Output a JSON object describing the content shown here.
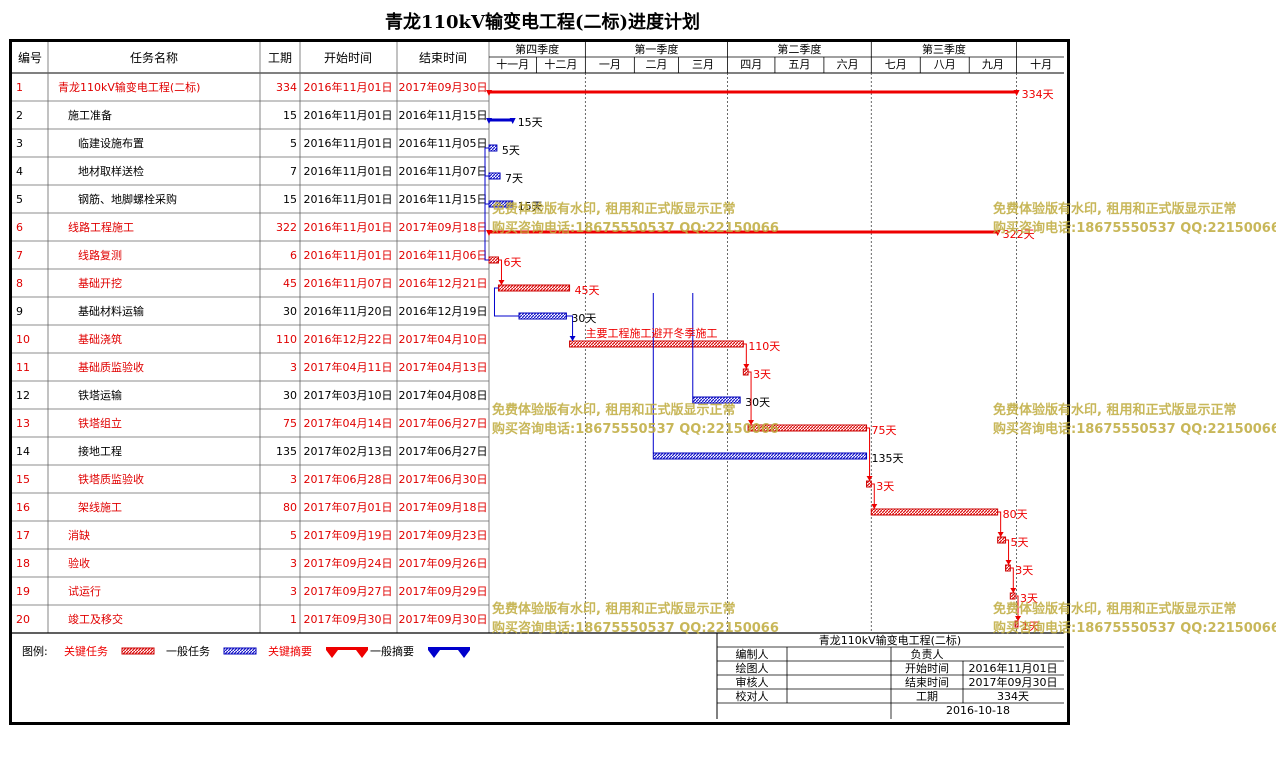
{
  "title": "青龙110kV输变电工程(二标)进度计划",
  "table": {
    "headers": [
      "编号",
      "任务名称",
      "工期",
      "开始时间",
      "结束时间"
    ],
    "rows": [
      {
        "id": "1",
        "name": "青龙110kV输变电工程(二标)",
        "level": 0,
        "duration": "334",
        "start": "2016年11月01日",
        "end": "2017年09月30日",
        "critical": true
      },
      {
        "id": "2",
        "name": "施工准备",
        "level": 1,
        "duration": "15",
        "start": "2016年11月01日",
        "end": "2016年11月15日",
        "critical": false
      },
      {
        "id": "3",
        "name": "临建设施布置",
        "level": 2,
        "duration": "5",
        "start": "2016年11月01日",
        "end": "2016年11月05日",
        "critical": false
      },
      {
        "id": "4",
        "name": "地材取样送检",
        "level": 2,
        "duration": "7",
        "start": "2016年11月01日",
        "end": "2016年11月07日",
        "critical": false
      },
      {
        "id": "5",
        "name": "钢筋、地脚螺栓采购",
        "level": 2,
        "duration": "15",
        "start": "2016年11月01日",
        "end": "2016年11月15日",
        "critical": false
      },
      {
        "id": "6",
        "name": "线路工程施工",
        "level": 1,
        "duration": "322",
        "start": "2016年11月01日",
        "end": "2017年09月18日",
        "critical": true
      },
      {
        "id": "7",
        "name": "线路复测",
        "level": 2,
        "duration": "6",
        "start": "2016年11月01日",
        "end": "2016年11月06日",
        "critical": true
      },
      {
        "id": "8",
        "name": "基础开挖",
        "level": 2,
        "duration": "45",
        "start": "2016年11月07日",
        "end": "2016年12月21日",
        "critical": true
      },
      {
        "id": "9",
        "name": "基础材料运输",
        "level": 2,
        "duration": "30",
        "start": "2016年11月20日",
        "end": "2016年12月19日",
        "critical": false
      },
      {
        "id": "10",
        "name": "基础浇筑",
        "level": 2,
        "duration": "110",
        "start": "2016年12月22日",
        "end": "2017年04月10日",
        "critical": true
      },
      {
        "id": "11",
        "name": "基础质监验收",
        "level": 2,
        "duration": "3",
        "start": "2017年04月11日",
        "end": "2017年04月13日",
        "critical": true
      },
      {
        "id": "12",
        "name": "铁塔运输",
        "level": 2,
        "duration": "30",
        "start": "2017年03月10日",
        "end": "2017年04月08日",
        "critical": false
      },
      {
        "id": "13",
        "name": "铁塔组立",
        "level": 2,
        "duration": "75",
        "start": "2017年04月14日",
        "end": "2017年06月27日",
        "critical": true
      },
      {
        "id": "14",
        "name": "接地工程",
        "level": 2,
        "duration": "135",
        "start": "2017年02月13日",
        "end": "2017年06月27日",
        "critical": false
      },
      {
        "id": "15",
        "name": "铁塔质监验收",
        "level": 2,
        "duration": "3",
        "start": "2017年06月28日",
        "end": "2017年06月30日",
        "critical": true
      },
      {
        "id": "16",
        "name": "架线施工",
        "level": 2,
        "duration": "80",
        "start": "2017年07月01日",
        "end": "2017年09月18日",
        "critical": true
      },
      {
        "id": "17",
        "name": "消缺",
        "level": 1,
        "duration": "5",
        "start": "2017年09月19日",
        "end": "2017年09月23日",
        "critical": true
      },
      {
        "id": "18",
        "name": "验收",
        "level": 1,
        "duration": "3",
        "start": "2017年09月24日",
        "end": "2017年09月26日",
        "critical": true
      },
      {
        "id": "19",
        "name": "试运行",
        "level": 1,
        "duration": "3",
        "start": "2017年09月27日",
        "end": "2017年09月29日",
        "critical": true
      },
      {
        "id": "20",
        "name": "竣工及移交",
        "level": 1,
        "duration": "1",
        "start": "2017年09月30日",
        "end": "2017年09月30日",
        "critical": true
      }
    ]
  },
  "timeline": {
    "quarters": [
      {
        "label": "第四季度",
        "months": 2
      },
      {
        "label": "第一季度",
        "months": 3
      },
      {
        "label": "第二季度",
        "months": 3
      },
      {
        "label": "第三季度",
        "months": 3
      },
      {
        "label": "",
        "months": 1
      }
    ],
    "months": [
      "十一月",
      "十二月",
      "一月",
      "二月",
      "三月",
      "四月",
      "五月",
      "六月",
      "七月",
      "八月",
      "九月",
      "十月"
    ]
  },
  "chart_data": {
    "type": "gantt",
    "x_axis_start": "2016-11-01",
    "x_axis_end": "2017-10-31",
    "duration_unit": "天",
    "tasks": [
      {
        "row": 1,
        "start": "2016-11-01",
        "end": "2017-09-30",
        "days": 334,
        "kind": "critical-summary"
      },
      {
        "row": 2,
        "start": "2016-11-01",
        "end": "2016-11-15",
        "days": 15,
        "kind": "summary"
      },
      {
        "row": 3,
        "start": "2016-11-01",
        "end": "2016-11-05",
        "days": 5,
        "kind": "task"
      },
      {
        "row": 4,
        "start": "2016-11-01",
        "end": "2016-11-07",
        "days": 7,
        "kind": "task"
      },
      {
        "row": 5,
        "start": "2016-11-01",
        "end": "2016-11-15",
        "days": 15,
        "kind": "task"
      },
      {
        "row": 6,
        "start": "2016-11-01",
        "end": "2017-09-18",
        "days": 322,
        "kind": "critical-summary"
      },
      {
        "row": 7,
        "start": "2016-11-01",
        "end": "2016-11-06",
        "days": 6,
        "kind": "critical"
      },
      {
        "row": 8,
        "start": "2016-11-07",
        "end": "2016-12-21",
        "days": 45,
        "kind": "critical"
      },
      {
        "row": 9,
        "start": "2016-11-20",
        "end": "2016-12-19",
        "days": 30,
        "kind": "task"
      },
      {
        "row": 10,
        "start": "2016-12-22",
        "end": "2017-04-10",
        "days": 110,
        "kind": "critical"
      },
      {
        "row": 11,
        "start": "2017-04-11",
        "end": "2017-04-13",
        "days": 3,
        "kind": "critical"
      },
      {
        "row": 12,
        "start": "2017-03-10",
        "end": "2017-04-08",
        "days": 30,
        "kind": "task"
      },
      {
        "row": 13,
        "start": "2017-04-14",
        "end": "2017-06-27",
        "days": 75,
        "kind": "critical"
      },
      {
        "row": 14,
        "start": "2017-02-13",
        "end": "2017-06-27",
        "days": 135,
        "kind": "task"
      },
      {
        "row": 15,
        "start": "2017-06-28",
        "end": "2017-06-30",
        "days": 3,
        "kind": "critical"
      },
      {
        "row": 16,
        "start": "2017-07-01",
        "end": "2017-09-18",
        "days": 80,
        "kind": "critical"
      },
      {
        "row": 17,
        "start": "2017-09-19",
        "end": "2017-09-23",
        "days": 5,
        "kind": "critical"
      },
      {
        "row": 18,
        "start": "2017-09-24",
        "end": "2017-09-26",
        "days": 3,
        "kind": "critical"
      },
      {
        "row": 19,
        "start": "2017-09-27",
        "end": "2017-09-29",
        "days": 3,
        "kind": "critical"
      },
      {
        "row": 20,
        "start": "2017-09-30",
        "end": "2017-09-30",
        "days": 1,
        "kind": "critical"
      }
    ],
    "links": [
      [
        3,
        4
      ],
      [
        4,
        5
      ],
      [
        5,
        7
      ],
      [
        7,
        8
      ],
      [
        8,
        9
      ],
      [
        9,
        10
      ],
      [
        10,
        11
      ],
      [
        11,
        13
      ],
      [
        13,
        15
      ],
      [
        15,
        16
      ],
      [
        16,
        17
      ],
      [
        17,
        18
      ],
      [
        18,
        19
      ],
      [
        19,
        20
      ]
    ],
    "annotations": [
      {
        "row": 10,
        "text": "主要工程施工避开冬季施工"
      }
    ],
    "colors": {
      "critical": "#ee0000",
      "normal": "#0000cc",
      "grid": "#444444"
    }
  },
  "legend": {
    "title": "图例:",
    "items": [
      {
        "label": "关键任务",
        "kind": "critical"
      },
      {
        "label": "一般任务",
        "kind": "task"
      },
      {
        "label": "关键摘要",
        "kind": "critical-summary"
      },
      {
        "label": "一般摘要",
        "kind": "summary"
      }
    ]
  },
  "info": {
    "title": "青龙110kV输变电工程(二标)",
    "labels": {
      "compiler": "编制人",
      "owner": "负责人",
      "drawer": "绘图人",
      "start": "开始时间",
      "reviewer": "审核人",
      "end": "结束时间",
      "checker": "校对人",
      "duration": "工期"
    },
    "values": {
      "start": "2016年11月01日",
      "end": "2017年09月30日",
      "duration": "334天",
      "date": "2016-10-18"
    }
  },
  "watermark": {
    "line1": "免费体验版有水印, 租用和正式版显示正常",
    "line2": "购买咨询电话:18675550537 QQ:22150066"
  }
}
